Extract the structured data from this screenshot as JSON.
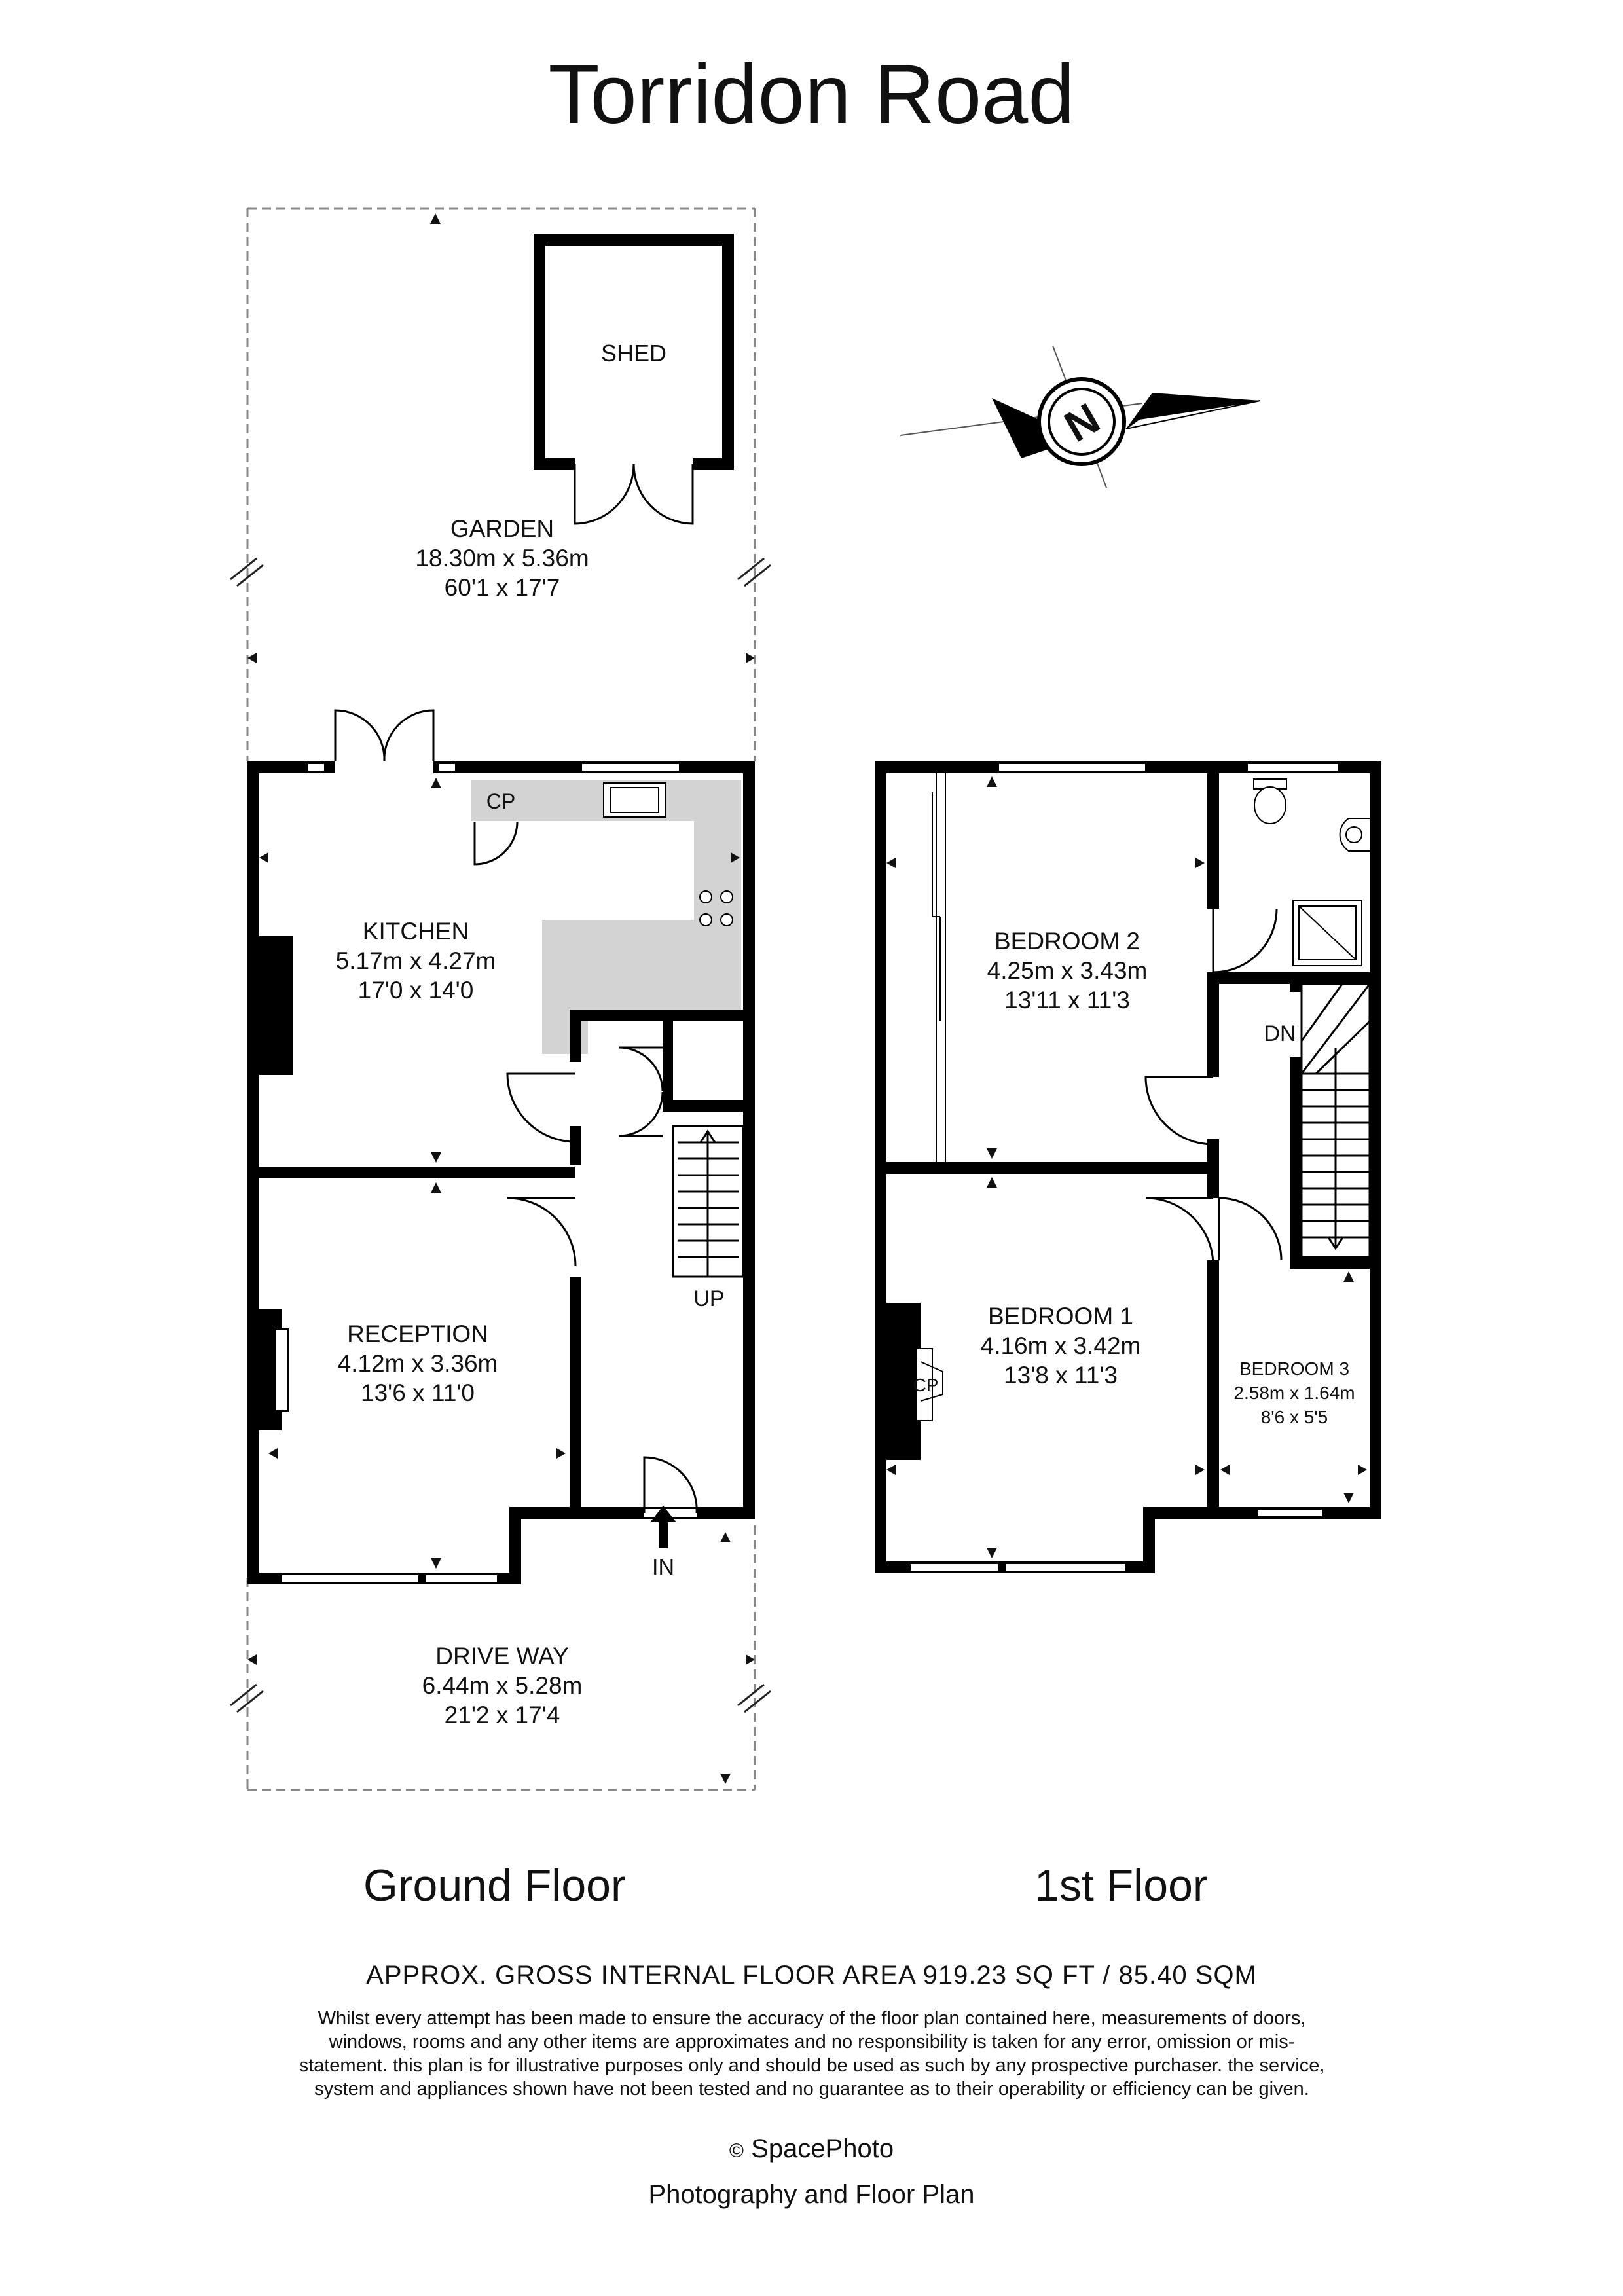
{
  "title": "Torridon Road",
  "rooms": {
    "shed": {
      "name": "SHED"
    },
    "garden": {
      "name": "GARDEN",
      "metric": "18.30m x 5.36m",
      "imperial": "60'1 x 17'7"
    },
    "kitchen": {
      "name": "KITCHEN",
      "metric": "5.17m x 4.27m",
      "imperial": "17'0 x 14'0",
      "cupboard": "CP"
    },
    "reception": {
      "name": "RECEPTION",
      "metric": "4.12m x 3.36m",
      "imperial": "13'6 x 11'0"
    },
    "driveway": {
      "name": "DRIVE WAY",
      "metric": "6.44m x 5.28m",
      "imperial": "21'2 x 17'4"
    },
    "bedroom2": {
      "name": "BEDROOM 2",
      "metric": "4.25m x 3.43m",
      "imperial": "13'11 x 11'3"
    },
    "bedroom1": {
      "name": "BEDROOM 1",
      "metric": "4.16m x 3.42m",
      "imperial": "13'8 x 11'3",
      "cupboard": "CP"
    },
    "bedroom3": {
      "name": "BEDROOM 3",
      "metric": "2.58m x 1.64m",
      "imperial": "8'6 x 5'5"
    }
  },
  "stairs": {
    "up": "UP",
    "down": "DN"
  },
  "entrance": "IN",
  "compass": "N",
  "floors": {
    "ground": "Ground Floor",
    "first": "1st Floor"
  },
  "area": "APPROX. GROSS INTERNAL FLOOR AREA 919.23 SQ FT / 85.40 SQM",
  "disclaimer": "Whilst every attempt has been made to ensure the accuracy of the floor plan contained here, measurements of doors, windows, rooms and any other items are approximates and no responsibility is taken for any error, omission or mis-statement. this plan is for illustrative purposes only and should be used as such by any prospective purchaser. the service, system and appliances shown have not been tested and no guarantee as to their operability or efficiency can be given.",
  "credit": {
    "symbol": "©",
    "company": "SpacePhoto",
    "service": "Photography and Floor Plan"
  },
  "colors": {
    "wall": "#000000",
    "fixtures": "#d3d3d3",
    "dashed": "#888888"
  }
}
